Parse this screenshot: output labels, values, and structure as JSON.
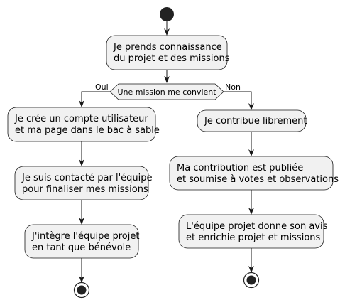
{
  "colors": {
    "node_fill": "#f1f1f1",
    "node_stroke": "#181818",
    "start_fill": "#222222",
    "edge": "#181818"
  },
  "nodes": {
    "start": {
      "shape": "start-circle"
    },
    "step1": {
      "lines": [
        "Je prends connaissance",
        "du projet et des missions"
      ]
    },
    "decision": {
      "label": "Une mission me convient",
      "yes_label": "Oui",
      "no_label": "Non"
    },
    "left1": {
      "lines": [
        "Je crée un compte utilisateur",
        "et ma page dans le bac à sable"
      ]
    },
    "left2": {
      "lines": [
        "Je suis contacté par l'équipe",
        "pour finaliser mes missions"
      ]
    },
    "left3": {
      "lines": [
        "J'intègre l'équipe projet",
        "en tant que bénévole"
      ]
    },
    "right1": {
      "lines": [
        "Je contribue librement"
      ]
    },
    "right2": {
      "lines": [
        "Ma contribution est publiée",
        "et soumise à votes et observations"
      ]
    },
    "right3": {
      "lines": [
        "L'équipe projet donne son avis",
        "et enrichie projet et missions"
      ]
    },
    "end_left": {
      "shape": "end-circle"
    },
    "end_right": {
      "shape": "end-circle"
    }
  }
}
